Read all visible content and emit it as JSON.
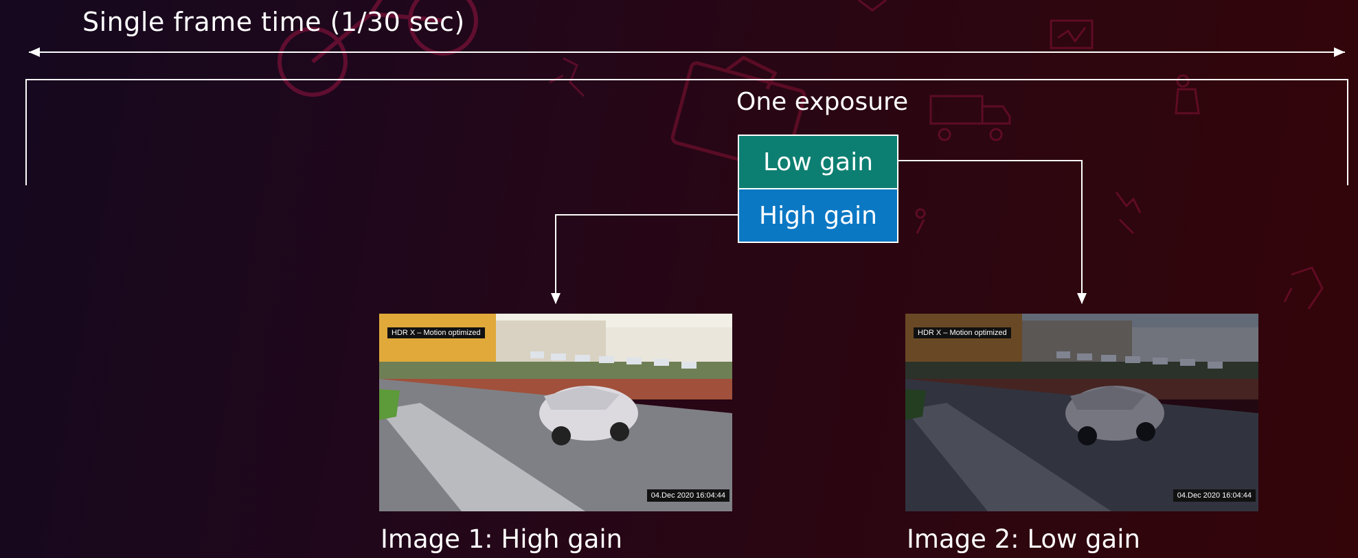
{
  "frame_label": "Single frame time (1/30 sec)",
  "exposure_label": "One exposure",
  "gains": {
    "low": "Low gain",
    "high": "High gain"
  },
  "images": [
    {
      "caption": "Image 1: High gain",
      "overlay_mode": "HDR X – Motion optimized",
      "overlay_timestamp": "04.Dec 2020  16:04:44"
    },
    {
      "caption": "Image 2: Low gain",
      "overlay_mode": "HDR X – Motion optimized",
      "overlay_timestamp": "04.Dec 2020  16:04:44"
    }
  ],
  "colors": {
    "low_gain": "#0d7f72",
    "high_gain": "#0b78c4",
    "lines": "#ffffff",
    "background_icons": "#c0194a"
  }
}
